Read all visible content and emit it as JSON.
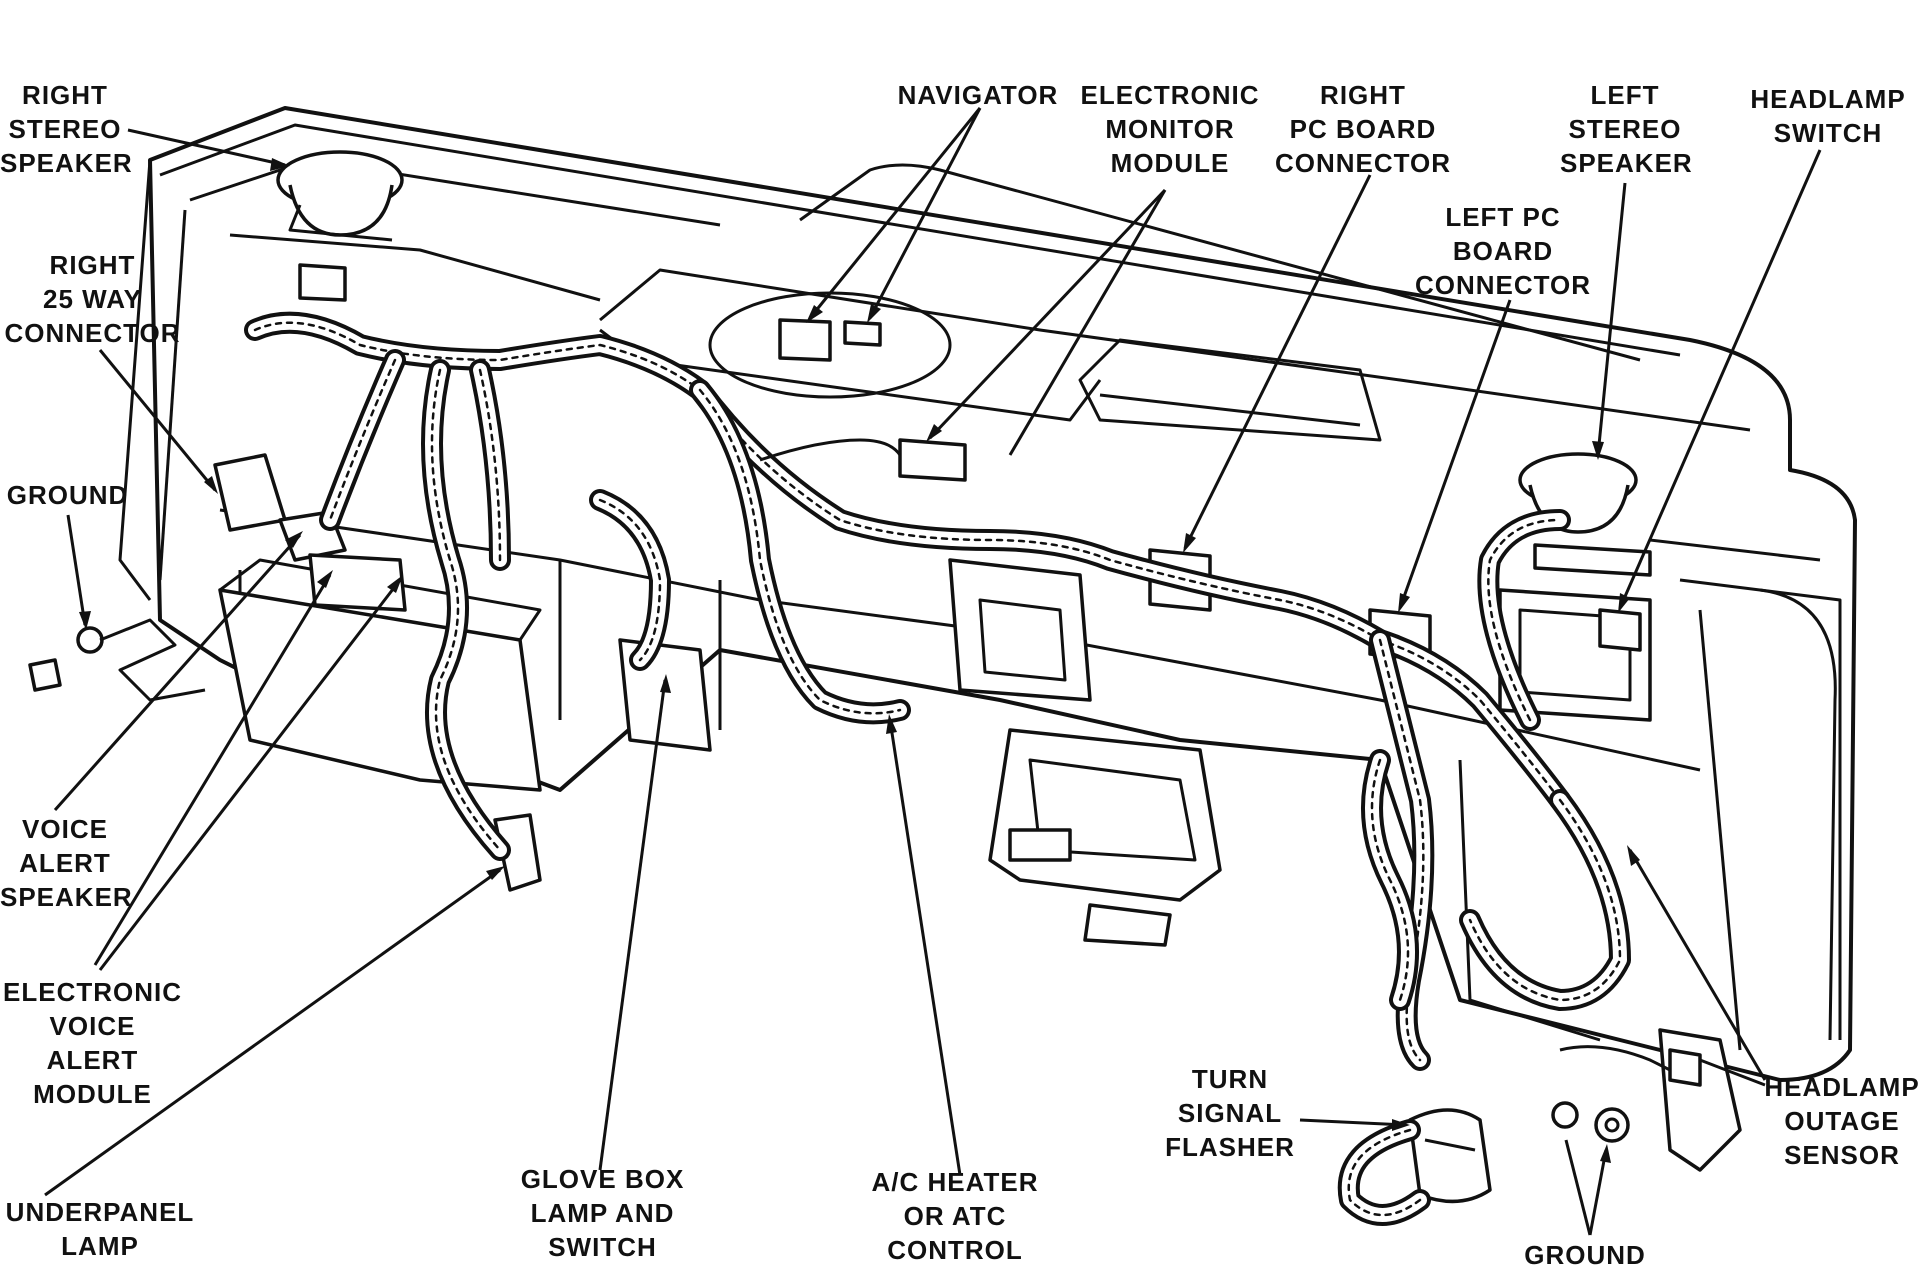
{
  "labels": {
    "right_stereo_speaker": "RIGHT\nSTEREO\nSPEAKER",
    "right_25_way_connector": "RIGHT\n25 WAY\nCONNECTOR",
    "ground_left": "GROUND",
    "voice_alert_speaker": "VOICE\nALERT\nSPEAKER",
    "electronic_voice_alert_module": "ELECTRONIC\nVOICE\nALERT\nMODULE",
    "underpanel_lamp": "UNDERPANEL\nLAMP",
    "glove_box_lamp_and_switch": "GLOVE BOX\nLAMP AND\nSWITCH",
    "ac_heater_or_atc_control": "A/C HEATER\nOR ATC\nCONTROL",
    "navigator": "NAVIGATOR",
    "electronic_monitor_module": "ELECTRONIC\nMONITOR\nMODULE",
    "right_pc_board_connector": "RIGHT\nPC BOARD\nCONNECTOR",
    "left_pc_board_connector": "LEFT PC\nBOARD\nCONNECTOR",
    "left_stereo_speaker": "LEFT\nSTEREO\nSPEAKER",
    "headlamp_switch": "HEADLAMP\nSWITCH",
    "turn_signal_flasher": "TURN\nSIGNAL\nFLASHER",
    "headlamp_outage_sensor": "HEADLAMP\nOUTAGE\nSENSOR",
    "ground_right": "GROUND"
  }
}
